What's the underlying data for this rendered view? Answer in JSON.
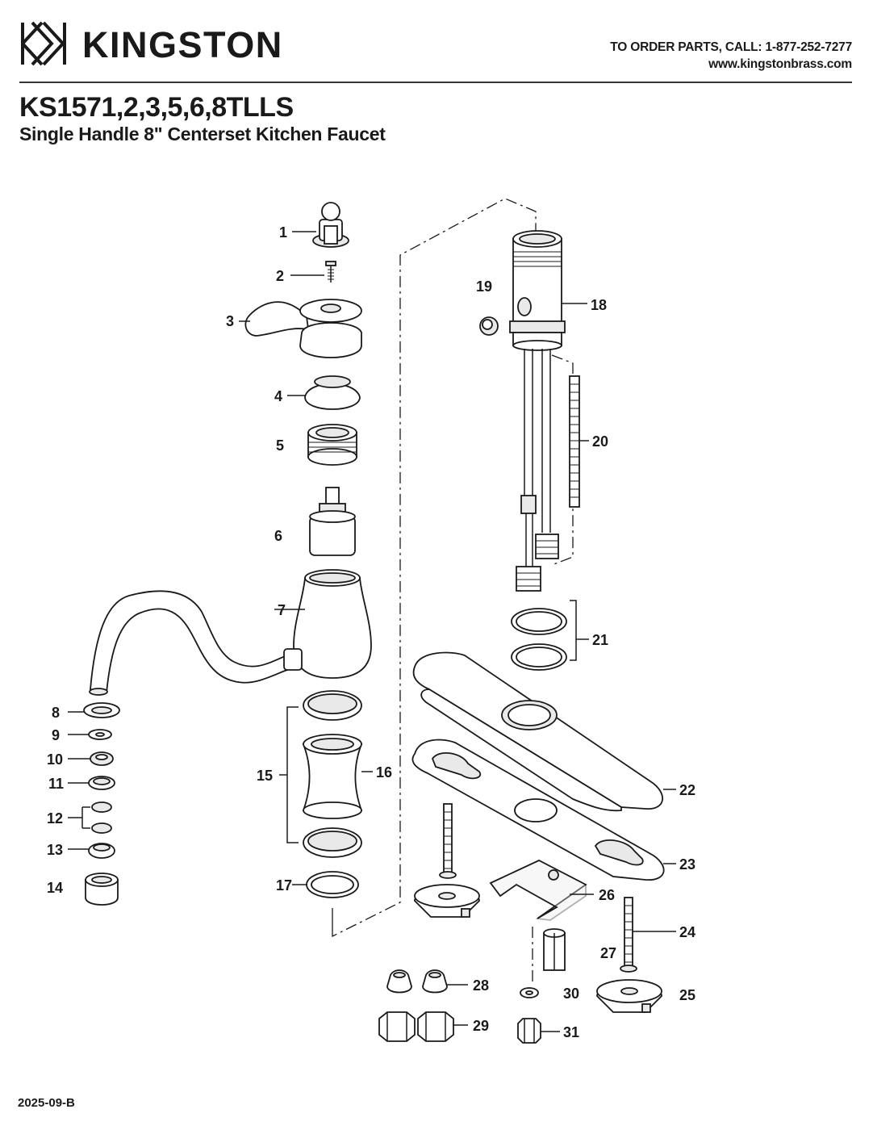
{
  "header": {
    "brand_name": "KINGSTON",
    "order_line": "TO ORDER PARTS, CALL: 1-877-252-7277",
    "website": "www.kingstonbrass.com"
  },
  "product": {
    "model": "KS1571,2,3,5,6,8TLLS",
    "description": "Single Handle 8\" Centerset Kitchen Faucet"
  },
  "footer": {
    "revision": "2025-09-B"
  },
  "part_labels": [
    "1",
    "2",
    "3",
    "4",
    "5",
    "6",
    "7",
    "8",
    "9",
    "10",
    "11",
    "12",
    "13",
    "14",
    "15",
    "16",
    "17",
    "18",
    "19",
    "20",
    "21",
    "22",
    "23",
    "24",
    "25",
    "26",
    "27",
    "28",
    "29",
    "30",
    "31"
  ]
}
